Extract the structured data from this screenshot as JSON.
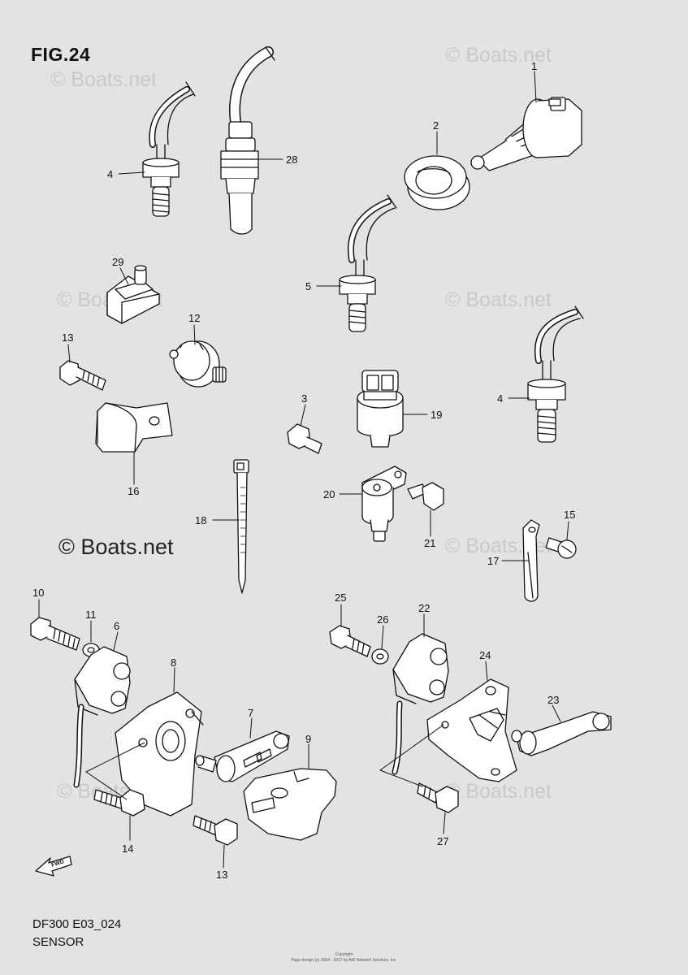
{
  "header": {
    "title": "FIG.24"
  },
  "watermark": {
    "text": "© Boats.net",
    "faint_text": "© Boats.net"
  },
  "footer": {
    "code": "DF300 E03_024",
    "name": "SENSOR",
    "copyright_line1": "Copyright",
    "copyright_line2": "Page design (c) 2004 - 2017 by ARI Network Services, Inc."
  },
  "fwd_label": "FWD",
  "callouts": [
    "1",
    "2",
    "3",
    "4",
    "4",
    "5",
    "6",
    "7",
    "8",
    "9",
    "10",
    "11",
    "12",
    "13",
    "13",
    "14",
    "15",
    "16",
    "17",
    "18",
    "19",
    "20",
    "21",
    "22",
    "23",
    "24",
    "25",
    "26",
    "27",
    "28",
    "29"
  ],
  "colors": {
    "background": "#e3e3e3",
    "ink": "#111111",
    "fill": "#ffffff",
    "watermark": "#c9c9c9"
  }
}
